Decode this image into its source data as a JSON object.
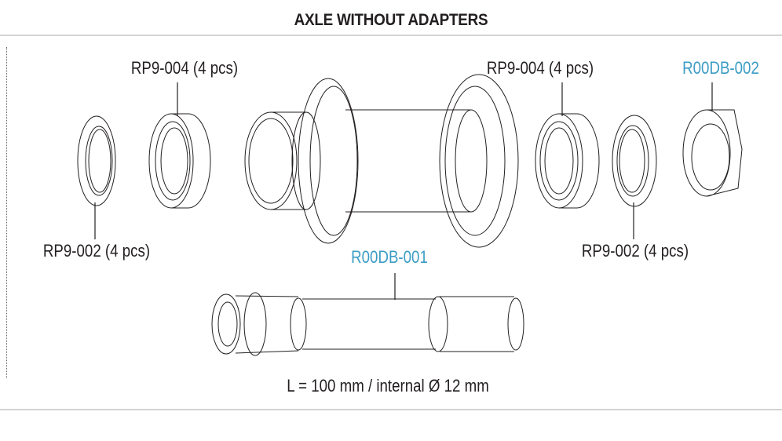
{
  "title": "AXLE WITHOUT ADAPTERS",
  "labels": {
    "bearing_left": "RP9-004 (4 pcs)",
    "bearing_right": "RP9-004 (4 pcs)",
    "end_cap": "R00DB-002",
    "washer_left": "RP9-002 (4 pcs)",
    "washer_right": "RP9-002 (4 pcs)",
    "axle": "R00DB-001"
  },
  "axle_spec": "L = 100 mm / internal Ø 12 mm",
  "colors": {
    "accent": "#3b9cc4",
    "text": "#231f20",
    "rule": "#d4d4d4"
  }
}
